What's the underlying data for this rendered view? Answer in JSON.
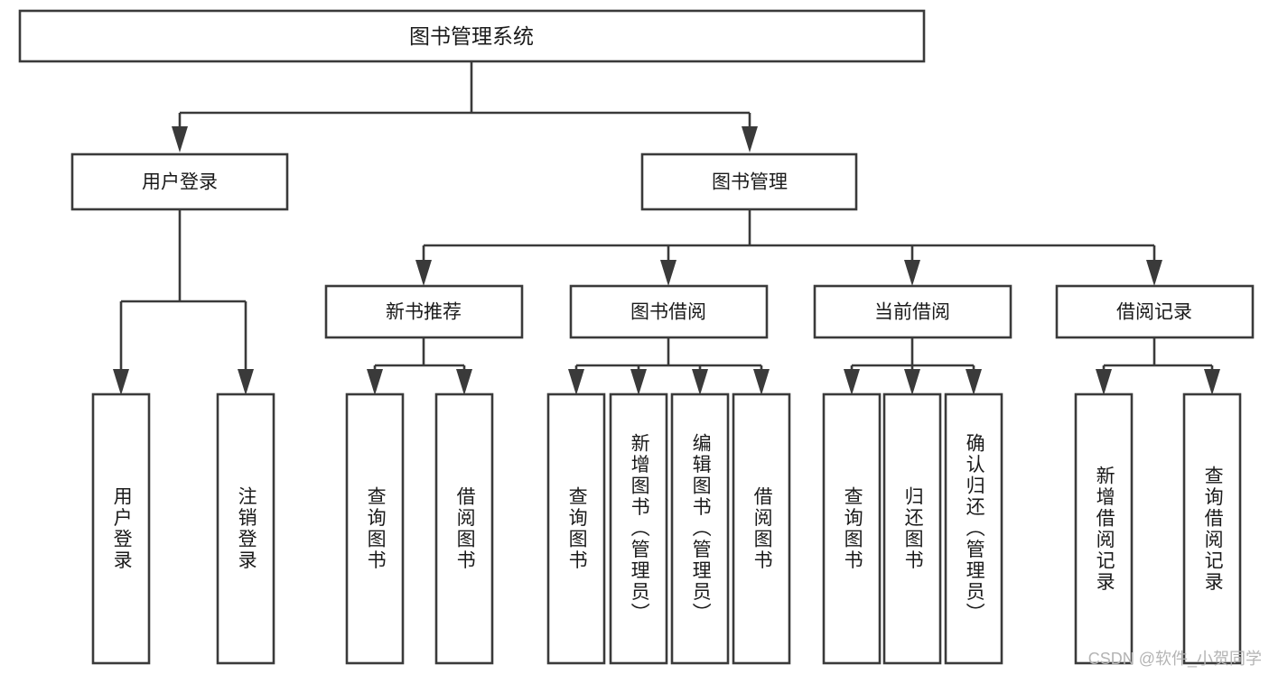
{
  "diagram": {
    "title": "图书管理系统",
    "type": "tree",
    "watermark": "CSDN @软件_小贺同学",
    "colors": {
      "stroke": "#3a3a3a",
      "fill": "#ffffff",
      "text": "#1a1a1a",
      "watermark": "#b4b4b4",
      "background": "#ffffff"
    },
    "root": {
      "label": "图书管理系统"
    },
    "level2": [
      {
        "id": "user-login",
        "label": "用户登录"
      },
      {
        "id": "book-manage",
        "label": "图书管理"
      }
    ],
    "level3": [
      {
        "id": "new-book-recommend",
        "label": "新书推荐",
        "parent": "book-manage"
      },
      {
        "id": "book-borrow",
        "label": "图书借阅",
        "parent": "book-manage"
      },
      {
        "id": "current-borrow",
        "label": "当前借阅",
        "parent": "book-manage"
      },
      {
        "id": "borrow-record",
        "label": "借阅记录",
        "parent": "book-manage"
      }
    ],
    "leaves": {
      "user-login": [
        {
          "id": "leaf-user-login",
          "label": "用户登录"
        },
        {
          "id": "leaf-logout",
          "label": "注销登录"
        }
      ],
      "new-book-recommend": [
        {
          "id": "leaf-query-book-1",
          "label": "查询图书"
        },
        {
          "id": "leaf-borrow-book-1",
          "label": "借阅图书"
        }
      ],
      "book-borrow": [
        {
          "id": "leaf-query-book-2",
          "label": "查询图书"
        },
        {
          "id": "leaf-add-book",
          "label": "新增图书（管理员）"
        },
        {
          "id": "leaf-edit-book",
          "label": "编辑图书（管理员）"
        },
        {
          "id": "leaf-borrow-book-2",
          "label": "借阅图书"
        }
      ],
      "current-borrow": [
        {
          "id": "leaf-query-book-3",
          "label": "查询图书"
        },
        {
          "id": "leaf-return-book",
          "label": "归还图书"
        },
        {
          "id": "leaf-confirm-return",
          "label": "确认归还（管理员）"
        }
      ],
      "borrow-record": [
        {
          "id": "leaf-add-record",
          "label": "新增借阅记录"
        },
        {
          "id": "leaf-query-record",
          "label": "查询借阅记录"
        }
      ]
    }
  }
}
